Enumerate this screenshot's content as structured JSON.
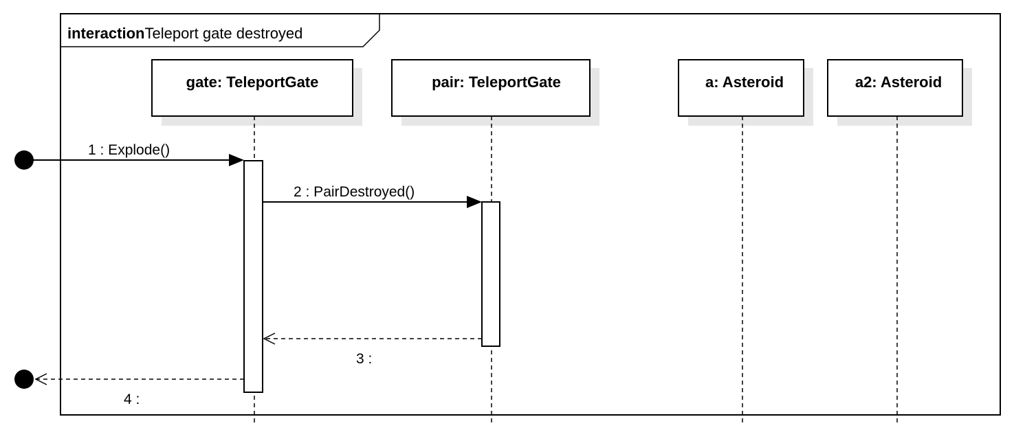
{
  "frame": {
    "keyword": "interaction",
    "name": "Teleport gate destroyed"
  },
  "lifelines": [
    {
      "label": "gate: TeleportGate"
    },
    {
      "label": "pair: TeleportGate"
    },
    {
      "label": "a: Asteroid"
    },
    {
      "label": "a2: Asteroid"
    }
  ],
  "messages": [
    {
      "label": "1 : Explode()",
      "kind": "found-call"
    },
    {
      "label": "2 : PairDestroyed()",
      "kind": "sync-call"
    },
    {
      "label": "3 :",
      "kind": "reply"
    },
    {
      "label": "4 :",
      "kind": "lost-reply"
    }
  ]
}
